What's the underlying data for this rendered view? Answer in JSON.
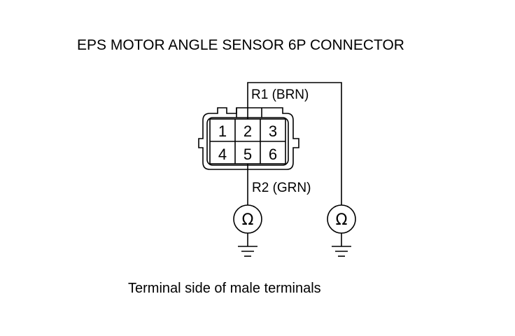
{
  "diagram": {
    "title": "EPS MOTOR ANGLE SENSOR 6P CONNECTOR",
    "caption": "Terminal side of male terminals",
    "connector": {
      "pins_top": [
        "1",
        "2",
        "3"
      ],
      "pins_bottom": [
        "4",
        "5",
        "6"
      ]
    },
    "probes": {
      "r1_label": "R1 (BRN)",
      "r2_label": "R2 (GRN)",
      "ohm_symbol": "Ω"
    }
  }
}
